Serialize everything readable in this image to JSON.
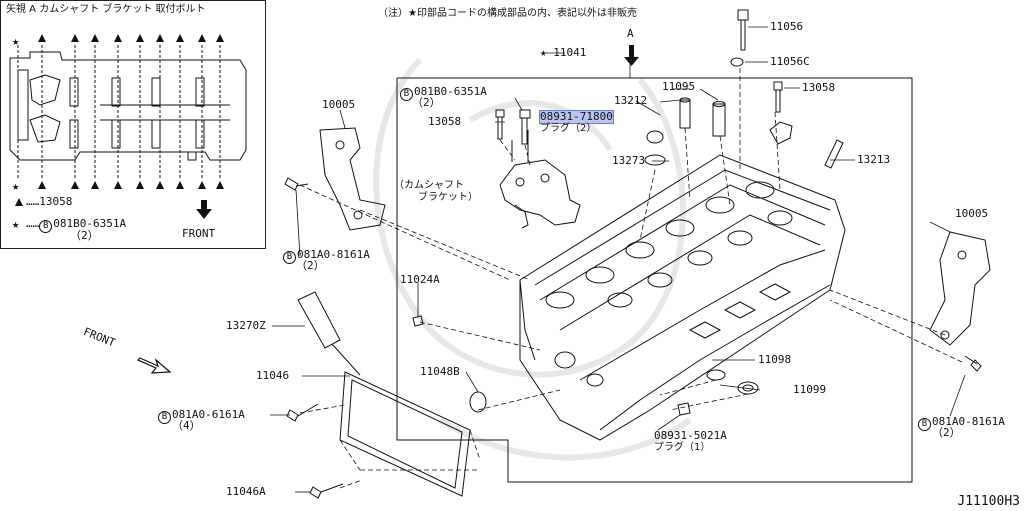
{
  "note": "（注）★印部品コードの構成部品の内、表記以外は非販売",
  "view_a": {
    "title": "矢視 A カムシャフト ブラケット 取付ボルト",
    "legend_tri_code": "13058",
    "legend_star_code": "081B0-6351A",
    "legend_star_qty": "（2）",
    "front_label": "FRONT"
  },
  "arrow_a_label": "A",
  "front_label": "FRONT",
  "parts": {
    "p11056": "11056",
    "p11056c": "11056C",
    "p11041": "★ 11041",
    "p13058_right": "13058",
    "p11095": "11095",
    "p13212": "13212",
    "p08931_71800": "08931-71800",
    "p08931_71800_sub": "プラグ（2）",
    "p13273": "13273",
    "p13213": "13213",
    "p081b0_6351a": "081B0-6351A",
    "p081b0_6351a_qty": "（2）",
    "p13058_left": "13058",
    "p_bracket": "（カムシャフト",
    "p_bracket_2": "ブラケット）",
    "p10005_left": "10005",
    "p10005_right": "10005",
    "p081a0_8161a_left": "081A0-8161A",
    "p081a0_8161a_left_qty": "（2）",
    "p081a0_8161a_right": "081A0-8161A",
    "p081a0_8161a_right_qty": "（2）",
    "p11024a": "11024A",
    "p13270z": "13270Z",
    "p11046": "11046",
    "p11048b": "11048B",
    "p11098": "11098",
    "p11099": "11099",
    "p081a0_6161a": "081A0-6161A",
    "p081a0_6161a_qty": "（4）",
    "p08931_5021a": "08931-5021A",
    "p08931_5021a_sub": "プラグ（1）",
    "p11046a": "11046A"
  },
  "circle_letter": "B",
  "diagram_id": "J11100H3",
  "colors": {
    "line": "#111111",
    "highlight": "#b9c4ef"
  }
}
